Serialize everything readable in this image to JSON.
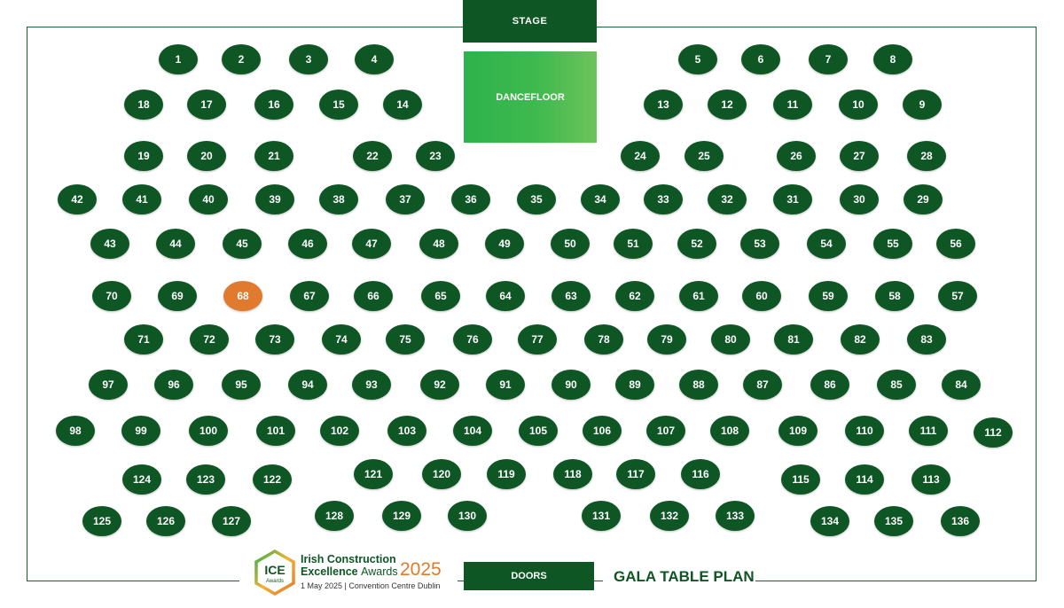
{
  "stage": "STAGE",
  "dancefloor": "DANCEFLOOR",
  "doors": "DOORS",
  "plan_title": "GALA TABLE PLAN",
  "highlighted_table": "68",
  "colors": {
    "table": "#0e5624",
    "highlight": "#e07a2e",
    "dancefloor": "#2eb24b"
  },
  "logo": {
    "badge": "ICE",
    "badge_sub": "Awards",
    "line1": "Irish Construction",
    "line2_bold": "Excellence",
    "line2_light": "Awards",
    "year": "2025",
    "event": "1 May 2025 | Convention Centre Dublin"
  },
  "tables": [
    "1",
    "2",
    "3",
    "4",
    "5",
    "6",
    "7",
    "8",
    "9",
    "10",
    "11",
    "12",
    "13",
    "14",
    "15",
    "16",
    "17",
    "18",
    "19",
    "20",
    "21",
    "22",
    "23",
    "24",
    "25",
    "26",
    "27",
    "28",
    "29",
    "30",
    "31",
    "32",
    "33",
    "34",
    "35",
    "36",
    "37",
    "38",
    "39",
    "40",
    "41",
    "42",
    "43",
    "44",
    "45",
    "46",
    "47",
    "48",
    "49",
    "50",
    "51",
    "52",
    "53",
    "54",
    "55",
    "56",
    "57",
    "58",
    "59",
    "60",
    "61",
    "62",
    "63",
    "64",
    "65",
    "66",
    "67",
    "68",
    "69",
    "70",
    "71",
    "72",
    "73",
    "74",
    "75",
    "76",
    "77",
    "78",
    "79",
    "80",
    "81",
    "82",
    "83",
    "84",
    "85",
    "86",
    "87",
    "88",
    "89",
    "90",
    "91",
    "92",
    "93",
    "94",
    "95",
    "96",
    "97",
    "98",
    "99",
    "100",
    "101",
    "102",
    "103",
    "104",
    "105",
    "106",
    "107",
    "108",
    "109",
    "110",
    "111",
    "112",
    "113",
    "114",
    "115",
    "116",
    "117",
    "118",
    "119",
    "120",
    "121",
    "122",
    "123",
    "124",
    "125",
    "126",
    "127",
    "128",
    "129",
    "130",
    "131",
    "132",
    "133",
    "134",
    "135",
    "136"
  ]
}
